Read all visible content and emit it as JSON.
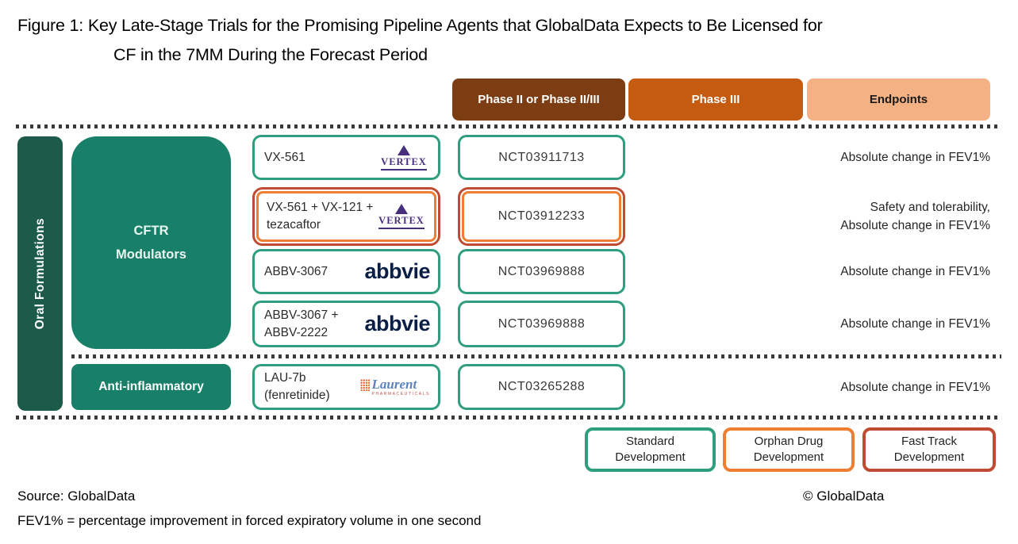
{
  "title": {
    "line1": "Figure 1: Key Late-Stage Trials for the Promising Pipeline Agents that GlobalData Expects to Be Licensed for",
    "line2": "CF in the 7MM During the Forecast Period"
  },
  "phase_header": {
    "phase2": "Phase II or Phase II/III",
    "phase3": "Phase III",
    "endpoints": "Endpoints"
  },
  "route_group": {
    "label": "Oral Formulations"
  },
  "drug_classes": {
    "cftr_line1": "CFTR",
    "cftr_line2": "Modulators",
    "anti_inflammatory": "Anti-inflammatory"
  },
  "rows": [
    {
      "drug_line1": "VX-561",
      "drug_line2": "",
      "company": "Vertex",
      "trial_id": "NCT03911713",
      "endpoint_line1": "Absolute change in FEV1%",
      "endpoint_line2": "",
      "designation": "Standard Development"
    },
    {
      "drug_line1": "VX-561 + VX-121 +",
      "drug_line2": "tezacaftor",
      "company": "Vertex",
      "trial_id": "NCT03912233",
      "endpoint_line1": "Safety and tolerability,",
      "endpoint_line2": "Absolute change in FEV1%",
      "designation": "Orphan Drug Development + Fast Track Development"
    },
    {
      "drug_line1": "ABBV-3067",
      "drug_line2": "",
      "company": "AbbVie",
      "trial_id": "NCT03969888",
      "endpoint_line1": "Absolute change in FEV1%",
      "endpoint_line2": "",
      "designation": "Standard Development"
    },
    {
      "drug_line1": "ABBV-3067 +",
      "drug_line2": "ABBV-2222",
      "company": "AbbVie",
      "trial_id": "NCT03969888",
      "endpoint_line1": "Absolute change in FEV1%",
      "endpoint_line2": "",
      "designation": "Standard Development"
    },
    {
      "drug_line1": "LAU-7b",
      "drug_line2": "(fenretinide)",
      "company": "Laurent Pharmaceuticals",
      "trial_id": "NCT03265288",
      "endpoint_line1": "Absolute change in FEV1%",
      "endpoint_line2": "",
      "designation": "Standard Development"
    }
  ],
  "logos": {
    "vertex_text": "VERTEX",
    "abbvie_text": "abbvie",
    "laurent_text": "Laurent",
    "laurent_sub": "PHARMACEUTICALS"
  },
  "legend": [
    {
      "line1": "Standard",
      "line2": "Development",
      "color": "#2E9E7E"
    },
    {
      "line1": "Orphan Drug",
      "line2": "Development",
      "color": "#EE7E32"
    },
    {
      "line1": "Fast Track",
      "line2": "Development",
      "color": "#BF4B32"
    }
  ],
  "footer": {
    "source": "Source: GlobalData",
    "copyright": "© GlobalData",
    "footnote": "FEV1% = percentage improvement in forced expiratory volume in one second"
  },
  "colors": {
    "phase2_bg": "#7B3D11",
    "phase3_bg": "#C55A11",
    "endpoints_bg": "#F4B183",
    "sidebar_bg": "#1C5A49",
    "class_bg": "#188069",
    "standard_border": "#2E9E7E",
    "orphan_border": "#EE7E32",
    "fast_track_border": "#BF4B32",
    "vertex_purple": "#472F7E",
    "abbvie_navy": "#0A1E46"
  }
}
